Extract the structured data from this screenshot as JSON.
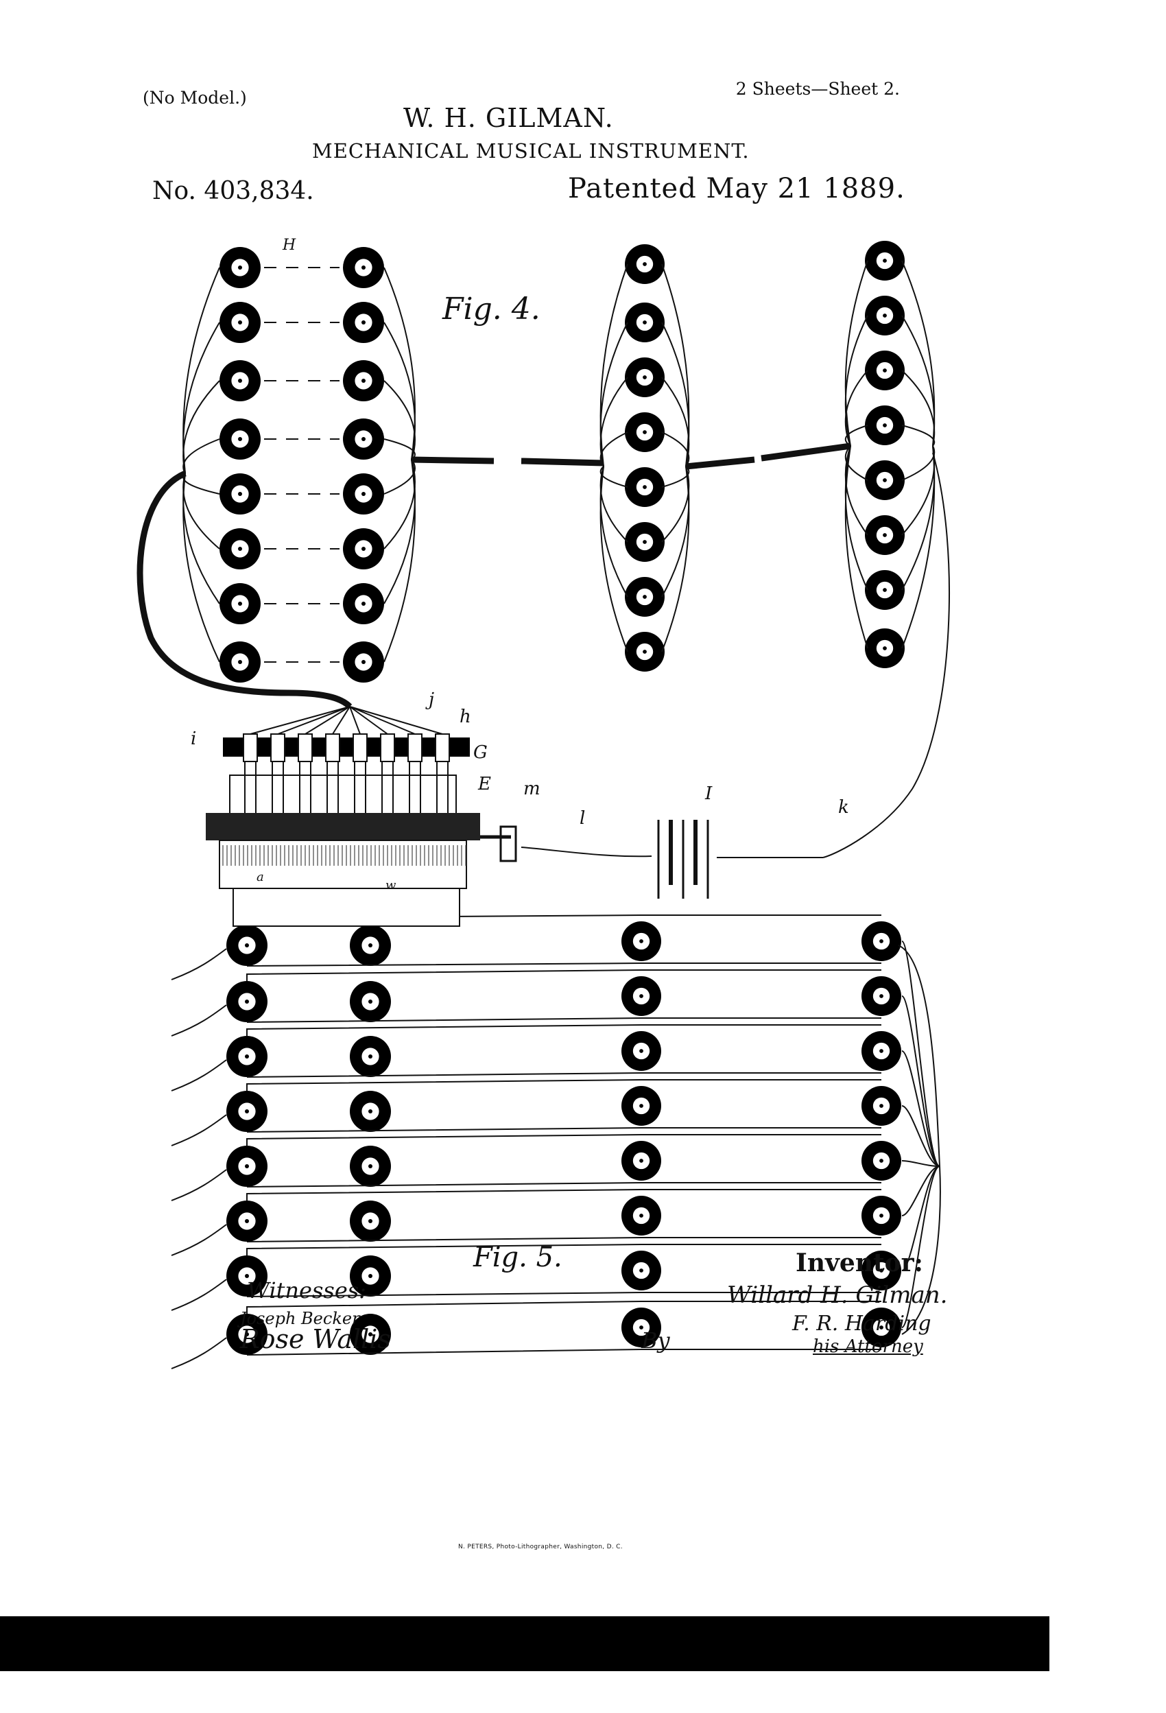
{
  "header": {
    "no_model": "(No Model.)",
    "sheets": "2 Sheets—Sheet 2.",
    "inventor_name": "W. H. GILMAN.",
    "title": "MECHANICAL MUSICAL INSTRUMENT.",
    "patent_number": "No. 403,834.",
    "patented": "Patented May 21 1889."
  },
  "figures": {
    "fig4_label": "Fig. 4.",
    "fig5_label": "Fig. 5."
  },
  "labels": {
    "H": "H",
    "j": "j",
    "h": "h",
    "i": "i",
    "G": "G",
    "E": "E",
    "m": "m",
    "l": "l",
    "I": "I",
    "k": "k",
    "a": "a",
    "w": "w"
  },
  "signatures": {
    "witnesses_label": "Witnesses:",
    "witness_1": "Joseph Becker",
    "witness_2": "Rose Wallis",
    "by": "By",
    "inventor_label": "Inventor:",
    "inventor_signature": "Willard H. Gilman.",
    "attorney_signature": "F. R. Harding",
    "his_attorney": "his Attorney"
  },
  "footer": {
    "lithographer": "N. PETERS, Photo-Lithographer, Washington, D. C."
  }
}
